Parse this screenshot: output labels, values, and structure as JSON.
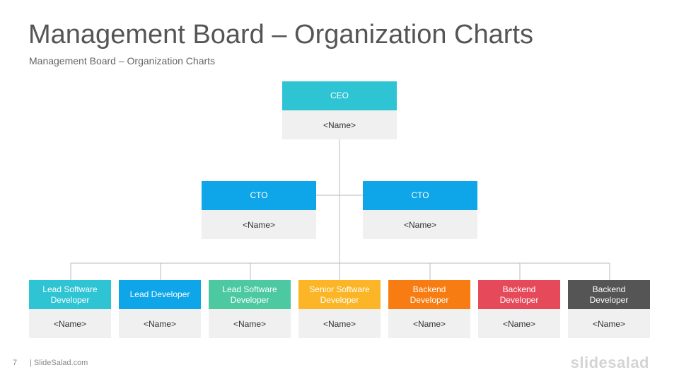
{
  "slide": {
    "title": "Management Board – Organization Charts",
    "subtitle": "Management Board – Organization Charts",
    "page_number": "7",
    "site": "| SlideSalad.com",
    "logo_text": "slidesalad"
  },
  "org": {
    "ceo": {
      "role": "CEO",
      "name": "<Name>",
      "color": "#2ec4d3"
    },
    "ctos": [
      {
        "role": "CTO",
        "name": "<Name>",
        "color": "#0ea5e9"
      },
      {
        "role": "CTO",
        "name": "<Name>",
        "color": "#0ea5e9"
      }
    ],
    "staff": [
      {
        "role": "Lead Software Developer",
        "name": "<Name>",
        "color": "#2ec4d3"
      },
      {
        "role": "Lead Developer",
        "name": "<Name>",
        "color": "#0ea5e9"
      },
      {
        "role": "Lead Software Developer",
        "name": "<Name>",
        "color": "#4cc9a0"
      },
      {
        "role": "Senior Software Developer",
        "name": "<Name>",
        "color": "#fbb526"
      },
      {
        "role": "Backend Developer",
        "name": "<Name>",
        "color": "#f77c12"
      },
      {
        "role": "Backend Developer",
        "name": "<Name>",
        "color": "#e5495a"
      },
      {
        "role": "Backend Developer",
        "name": "<Name>",
        "color": "#555555"
      }
    ]
  }
}
